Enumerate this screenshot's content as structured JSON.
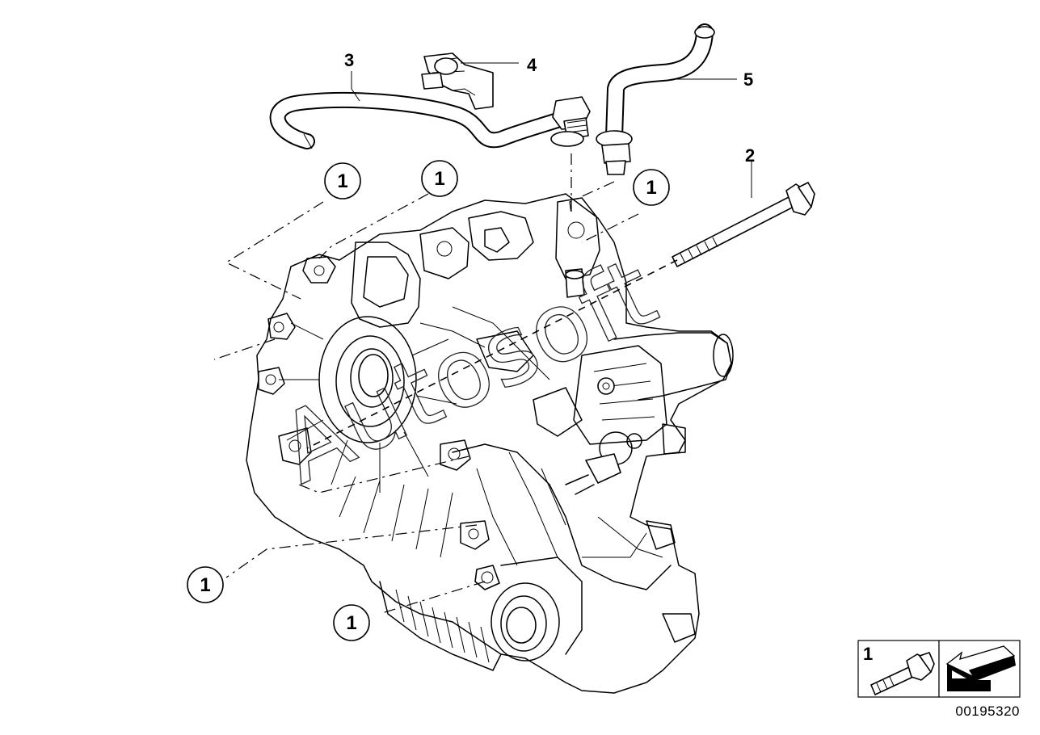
{
  "callouts": {
    "c1a": "1",
    "c1b": "1",
    "c1c": "1",
    "c1d": "1",
    "c1e": "1",
    "c2": "2",
    "c3": "3",
    "c4": "4",
    "c5": "5"
  },
  "legend": {
    "item_number": "1"
  },
  "reference_number": "00195320",
  "watermark": "Autosoft",
  "colors": {
    "line": "#000000",
    "background": "#ffffff"
  },
  "icons": {
    "legend_part": "bolt-icon",
    "legend_note": "arrow-icon"
  }
}
